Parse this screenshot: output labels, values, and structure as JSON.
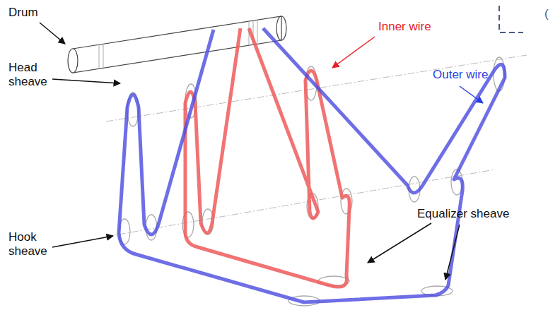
{
  "diagram": {
    "labels": [
      "Drum",
      "Head sheave",
      "Hook sheave",
      "Inner wire",
      "Outer wire",
      "Equalizer sheave",
      "("
    ]
  }
}
